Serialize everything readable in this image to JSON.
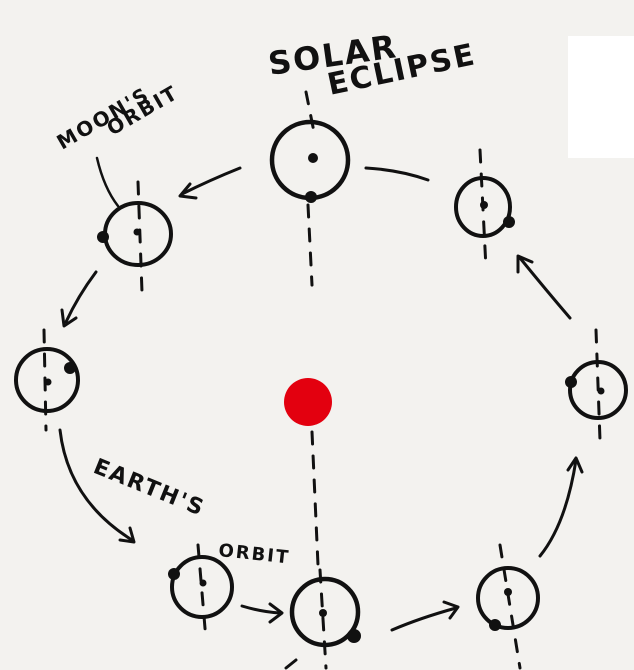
{
  "labels": {
    "title_line1": "SOLAR",
    "title_line2": "ECLIPSE",
    "moon_orbit_line1": "MOON'S",
    "moon_orbit_line2": "ORBIT",
    "earth_orbit_line1": "EARTH'S",
    "earth_orbit_line2": "ORBIT"
  },
  "colors": {
    "sun": "#e3000f",
    "ink": "#111111",
    "paper": "#f3f2ef",
    "white_patch": "#ffffff"
  }
}
